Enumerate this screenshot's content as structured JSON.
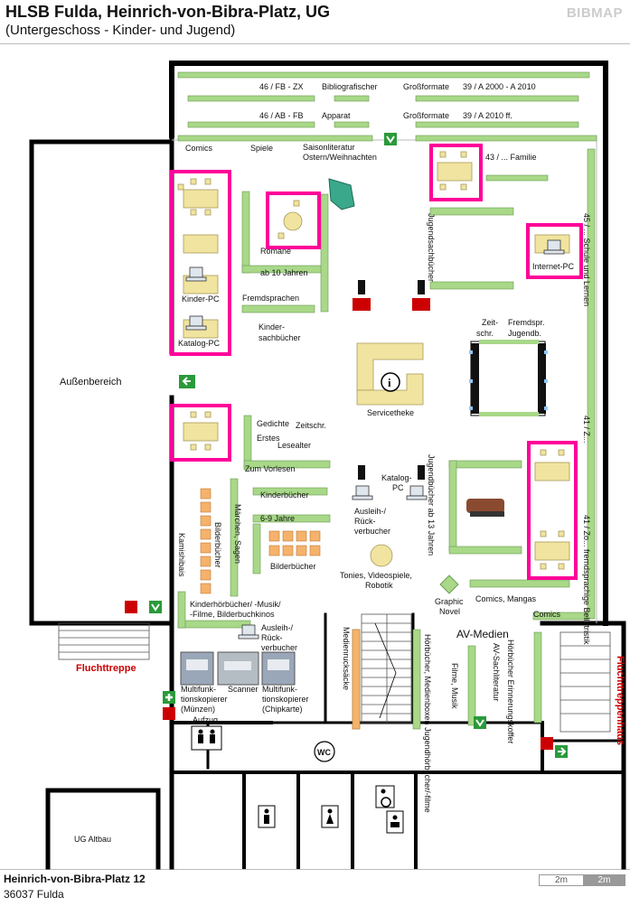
{
  "header": {
    "title": "HLSB Fulda, Heinrich-von-Bibra-Platz, UG",
    "subtitle": "(Untergeschoss - Kinder- und Jugend)",
    "brand": "BIBMAP"
  },
  "footer": {
    "street": "Heinrich-von-Bibra-Platz 12",
    "city": "36037 Fulda"
  },
  "scale": {
    "label_a": "2m",
    "label_b": "2m"
  },
  "colors": {
    "wall": "#000000",
    "shelf": "#a8d888",
    "table": "#f0e4a0",
    "highlight": "#ff0099",
    "exit_red": "#cc0000",
    "exit_green": "#2a9a3a",
    "orange": "#f5b26b"
  },
  "labels": {
    "top_row1_a": "46 / FB - ZX",
    "top_row1_b": "Bibliografischer",
    "top_row1_c": "Großformate",
    "top_row1_d": "39 / A 2000 - A 2010",
    "top_row2_a": "46 / AB - FB",
    "top_row2_b": "Apparat",
    "top_row2_c": "Großformate",
    "top_row2_d": "39 / A 2010 ff.",
    "comics_top": "Comics",
    "spiele": "Spiele",
    "saison1": "Saisonliteratur",
    "saison2": "Ostern/Weihnachten",
    "familie": "43 / ... Familie",
    "jugendsach": "Jugendsachbücher",
    "schule": "45 / ... Schule und Lernen",
    "internet_pc": "Internet-PC",
    "kinder_pc": "Kinder-PC",
    "katalog_pc": "Katalog-PC",
    "romane": "Romane",
    "ab10": "ab 10 Jahren",
    "fremdsprachen": "Fremdsprachen",
    "kindersach1": "Kinder-",
    "kindersach2": "sachbücher",
    "zeitschr1": "Zeit-",
    "zeitschr2": "schr.",
    "fremdjug1": "Fremdspr.",
    "fremdjug2": "Jugendb.",
    "aussen": "Außenbereich",
    "servicetheke": "Servicetheke",
    "col41a": "41 / Z...",
    "gedichte": "Gedichte",
    "zeitschr_k": "Zeitschr.",
    "erstes": "Erstes",
    "lesealter": "Lesealter",
    "vorlesen": "Zum Vorlesen",
    "jugend13": "Jugendbücher ab 13 Jahren",
    "katalogpc2a": "Katalog-",
    "katalogpc2b": "PC",
    "kinderbuecher": "Kinderbücher",
    "sechsneun": "6-9 Jahre",
    "maerchen": "Märchen, Sagen",
    "bilderbuecher_v": "Bilderbücher",
    "kamishibais": "Kamishibais",
    "ausleih1": "Ausleih-/",
    "ausleih2": "Rück-",
    "ausleih3": "verbucher",
    "bilderbuecher_h": "Bilderbücher",
    "tonies1": "Tonies, Videospiele,",
    "tonies2": "Robotik",
    "col41b": "41 / Zo... fremdsprachige Belletristik",
    "graphic1": "Graphic",
    "graphic2": "Novel",
    "comics_mangas": "Comics, Mangas",
    "comics_r": "Comics",
    "kinderhoer1": "Kinderhörbücher/ -Musik/",
    "kinderhoer2": "-Filme, Bilderbuchkinos",
    "ausleihB1": "Ausleih-/",
    "ausleihB2": "Rück-",
    "ausleihB3": "verbucher",
    "av_medien": "AV-Medien",
    "medienrucksaecke": "Medienrucksäcke",
    "hoerbuecher_v": "Hörbücher, Medienboxen Jugendhörbücher/-filme",
    "filme_musik": "Filme, Musik",
    "av_sach": "AV-Sachliteratur",
    "hoer_erinn": "Hörbücher Erinnerungskoffer",
    "fluchttreppe": "Fluchttreppe",
    "fluchttreppenhaus": "Fluchttreppenhaus",
    "multi1a": "Multifunk-",
    "multi1b": "tionskopierer",
    "multi1c": "(Münzen)",
    "scanner": "Scanner",
    "multi2a": "Multifunk-",
    "multi2b": "tionskopierer",
    "multi2c": "(Chipkarte)",
    "aufzug": "Aufzug",
    "wc": "WC",
    "ug_altbau": "UG Altbau"
  }
}
